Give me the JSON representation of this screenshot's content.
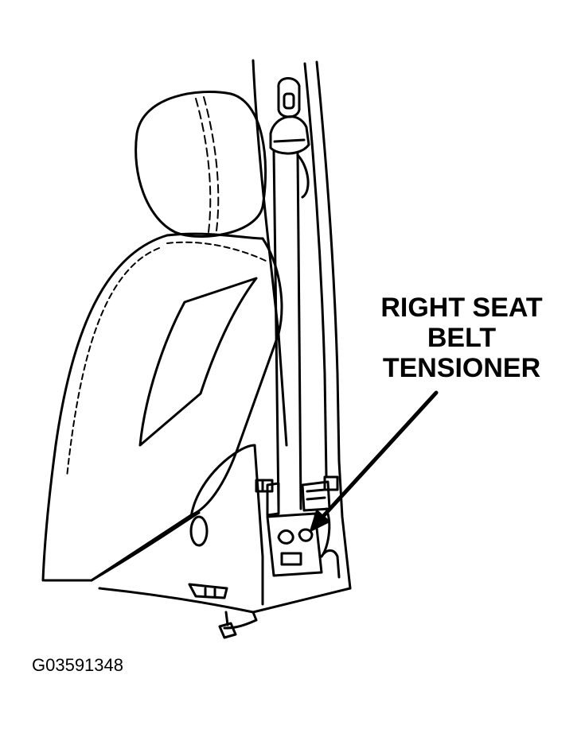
{
  "callout": {
    "lines": [
      "RIGHT SEAT",
      "BELT",
      "TENSIONER"
    ]
  },
  "figure_id": "G03591348"
}
